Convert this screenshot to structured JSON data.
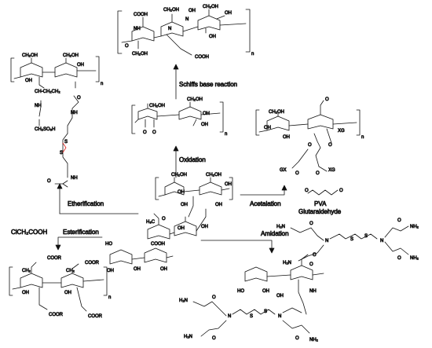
{
  "reactions": {
    "schiff": "Schiffs base reaction",
    "oxidation": "Oxidation",
    "etherification": "Etherification",
    "acetalation": "Acetalation",
    "esterification": "Esterification",
    "amidation": "Amidation"
  },
  "reagents": {
    "chloroacetic": "ClCH₂COOH",
    "pva": "PVA",
    "glutaraldehyde": "Glutaraldehyde"
  },
  "atoms": {
    "ch2oh": "CH₂OH",
    "oh": "OH",
    "o": "O",
    "n": "N",
    "nh": "NH",
    "cooh": "COOH",
    "coor": "COOR",
    "cooh_ch2": "CH₂",
    "ch2so3h": "CH₂SO₃H",
    "ch2": "CH₂",
    "ch_ch2ch2": "CH-CH₂CH₂",
    "s": "S",
    "sub_n": "n",
    "gx": "GX",
    "xg": "XG",
    "ome": "O",
    "h2n": "H₂N",
    "nh2": "NH₂",
    "h2nhn": "H₂N",
    "nhnh2": "NH₂",
    "h3c": "H₃C",
    "ho": "HO"
  },
  "colors": {
    "line": "#111111",
    "disulfide": "#e0201a"
  }
}
